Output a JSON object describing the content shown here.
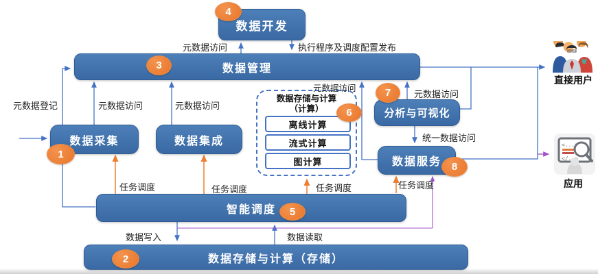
{
  "nodes": {
    "data_dev": {
      "label": "数据开发",
      "badge": "4"
    },
    "data_mgmt": {
      "label": "数据管理",
      "badge": "3"
    },
    "data_collect": {
      "label": "数据采集",
      "badge": "1"
    },
    "data_integrate": {
      "label": "数据集成"
    },
    "compute_group": {
      "title": "数据存储与计算",
      "subtitle": "（计算）",
      "badge": "6",
      "items": [
        "离线计算",
        "流式计算",
        "图计算"
      ]
    },
    "analysis": {
      "label": "分析与可视化",
      "badge": "7"
    },
    "data_service": {
      "label": "数据服务",
      "badge": "8"
    },
    "scheduler": {
      "label": "智能调度",
      "badge": "5"
    },
    "storage": {
      "label": "数据存储与计算（存储）",
      "badge": "2"
    }
  },
  "edge_labels": {
    "meta_register": "元数据登记",
    "meta_access": "元数据访问",
    "exec_publish": "执行程序及调度配置发布",
    "unified_access": "统一数据访问",
    "task_schedule": "任务调度",
    "data_write": "数据写入",
    "data_read": "数据读取"
  },
  "externals": {
    "direct_users": "直接用户",
    "application": "应用"
  },
  "colors": {
    "box_blue": "#3F6FA9",
    "badge_orange": "#ED7D31",
    "arrow_blue": "#4472C4",
    "arrow_orange": "#ED7D31",
    "arrow_purple": "#A052C8"
  }
}
